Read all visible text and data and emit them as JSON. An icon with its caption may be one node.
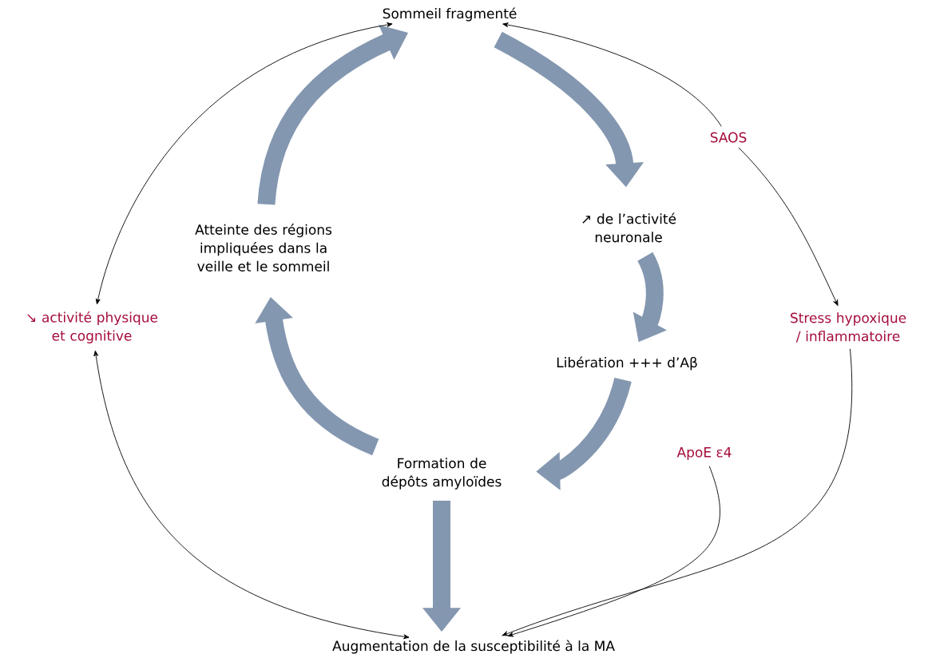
{
  "diagram": {
    "nodes": [
      {
        "text": [
          "Sommeil fragmenté"
        ]
      },
      {
        "text": [
          "↗ de l’activité neuronale"
        ]
      },
      {
        "text": [
          "Libération +++ d’Aβ"
        ]
      },
      {
        "text": [
          "Formation de dépôts amyloïdes"
        ]
      },
      {
        "text": [
          "Atteinte des régions impliquées dans la veille et le sommeil"
        ]
      },
      {
        "text": [
          "Augmentation de la susceptibilité à la MA"
        ]
      },
      {
        "text": [
          "SAOS"
        ]
      },
      {
        "text": [
          "Stress hypoxique / inflammatoire"
        ]
      },
      {
        "text": [
          "↘ activité physique et cognitive"
        ]
      },
      {
        "text": [
          "ApoE ε4"
        ]
      }
    ],
    "edges": [
      {
        "from": 0,
        "to": 1,
        "arrow": "to",
        "style": "thick",
        "color": "#8497b0"
      },
      {
        "from": 1,
        "to": 2,
        "arrow": "to",
        "style": "thick",
        "color": "#8497b0"
      },
      {
        "from": 2,
        "to": 3,
        "arrow": "to",
        "style": "thick",
        "color": "#8497b0"
      },
      {
        "from": 3,
        "to": 4,
        "arrow": "to",
        "style": "thick",
        "color": "#8497b0"
      },
      {
        "from": 4,
        "to": 0,
        "arrow": "to",
        "style": "thick",
        "color": "#8497b0"
      },
      {
        "from": 3,
        "to": 5,
        "arrow": "to",
        "style": "thick",
        "color": "#8497b0"
      },
      {
        "from": 6,
        "to": 0,
        "arrow": "to",
        "color": "#000000"
      },
      {
        "from": 6,
        "to": 7,
        "arrow": "to",
        "color": "#000000"
      },
      {
        "from": 0,
        "to": 8,
        "arrow": "both",
        "color": "#000000"
      },
      {
        "from": 8,
        "to": 5,
        "arrow": "both",
        "color": "#000000"
      },
      {
        "from": 7,
        "to": 5,
        "arrow": "to",
        "color": "#000000"
      },
      {
        "from": 9,
        "to": 5,
        "arrow": "to",
        "color": "#000000"
      }
    ]
  }
}
